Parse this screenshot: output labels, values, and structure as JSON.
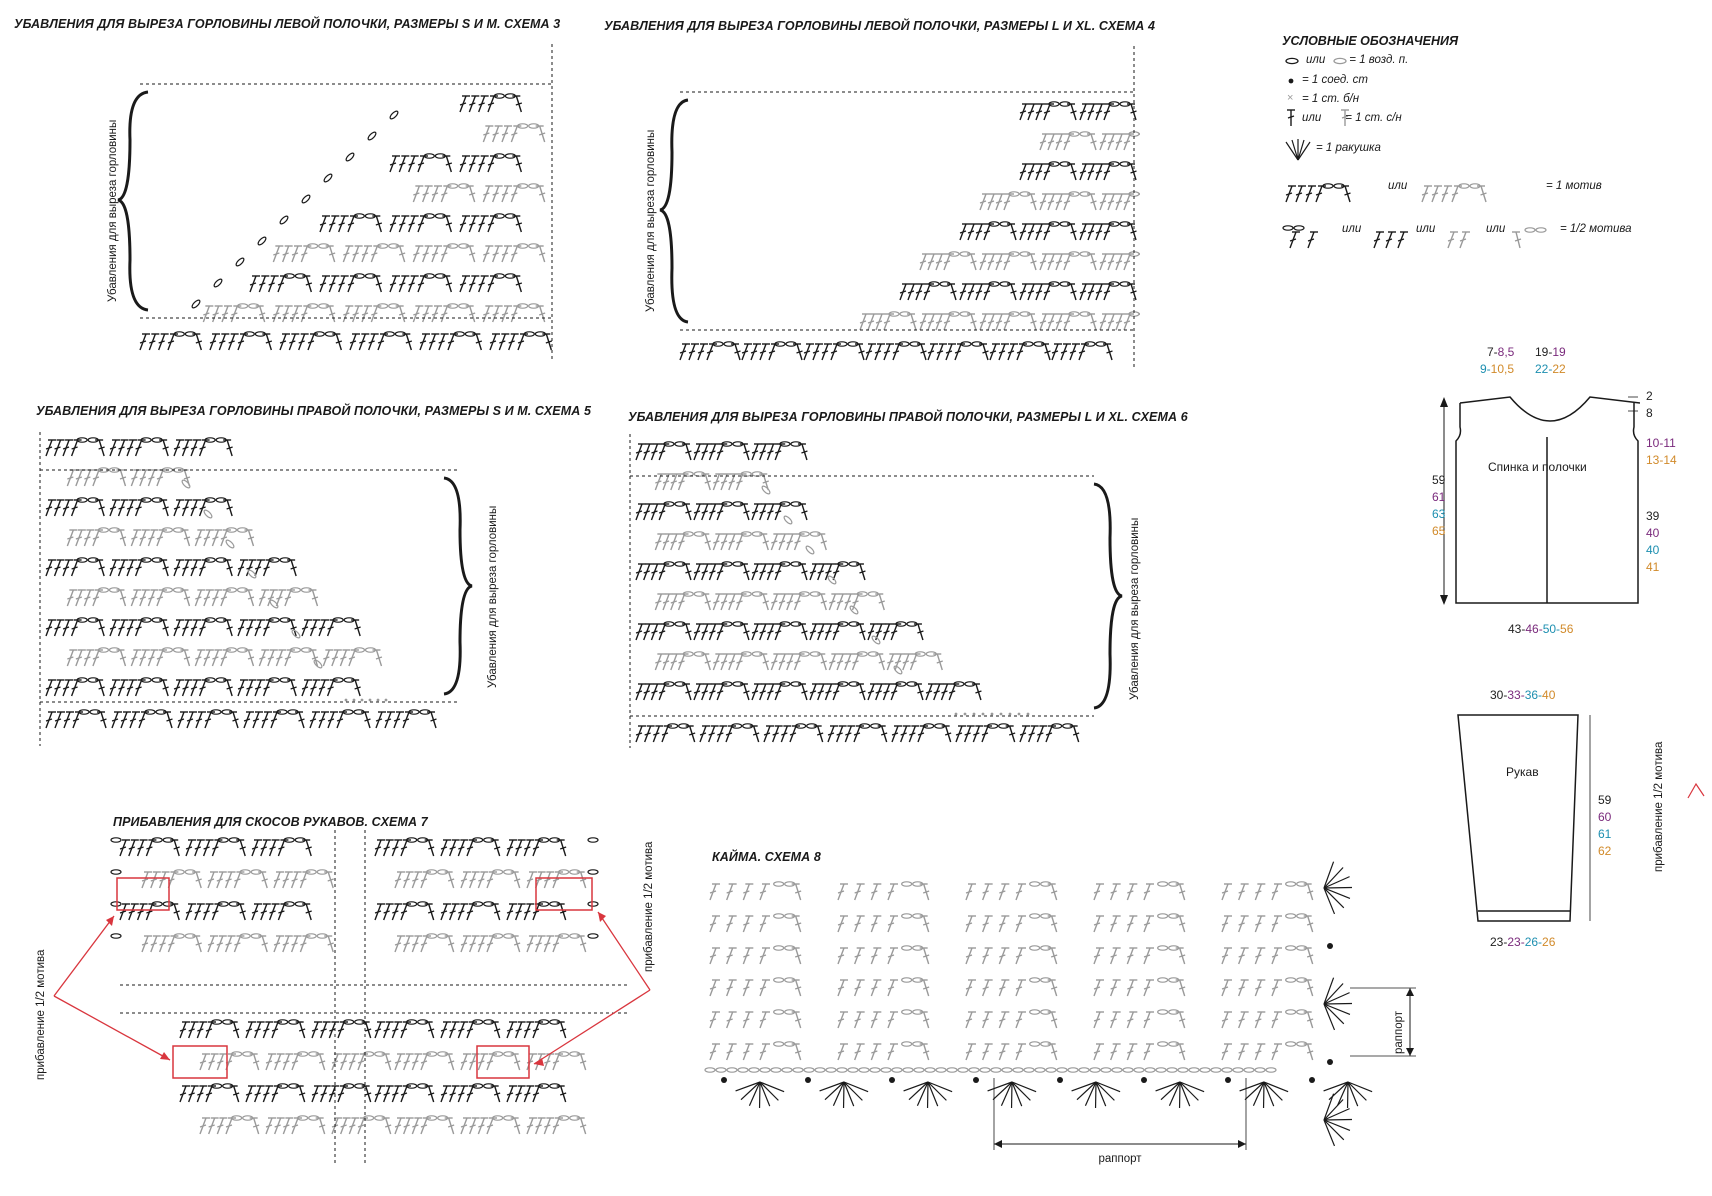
{
  "schemes": {
    "s3": {
      "title": "УБАВЛЕНИЯ ДЛЯ ВЫРЕЗА ГОРЛОВИНЫ ЛЕВОЙ ПОЛОЧКИ, РАЗМЕРЫ S И M. СХЕМА 3",
      "side_label": "Убавления для выреза горловины"
    },
    "s4": {
      "title": "УБАВЛЕНИЯ ДЛЯ ВЫРЕЗА ГОРЛОВИНЫ ЛЕВОЙ ПОЛОЧКИ, РАЗМЕРЫ L И XL. СХЕМА 4",
      "side_label": "Убавления для выреза горловины"
    },
    "s5": {
      "title": "УБАВЛЕНИЯ ДЛЯ ВЫРЕЗА ГОРЛОВИНЫ ПРАВОЙ ПОЛОЧКИ, РАЗМЕРЫ S И M. СХЕМА 5",
      "side_label": "Убавления для выреза горловины"
    },
    "s6": {
      "title": "УБАВЛЕНИЯ ДЛЯ ВЫРЕЗА ГОРЛОВИНЫ ПРАВОЙ ПОЛОЧКИ, РАЗМЕРЫ L И XL. СХЕМА 6",
      "side_label": "Убавления для выреза горловины"
    },
    "s7": {
      "title": "ПРИБАВЛЕНИЯ ДЛЯ СКОСОВ РУКАВОВ. СХЕМА 7",
      "left_label": "прибавление 1/2 мотива",
      "right_label": "прибавление 1/2 мотива"
    },
    "s8": {
      "title": "КАЙМА. СХЕМА 8",
      "repeat_label_h": "раппорт",
      "repeat_label_v": "раппорт"
    }
  },
  "legend": {
    "title": "УСЛОВНЫЕ ОБОЗНАЧЕНИЯ",
    "items": [
      {
        "text": "или  = 1 возд. п.",
        "icon": "chain-oval-icon"
      },
      {
        "text": "= 1 соед. ст",
        "icon": "slip-stitch-dot-icon"
      },
      {
        "text": "= 1 ст. б/н",
        "icon": "single-crochet-x-icon"
      },
      {
        "text": "или  = 1 ст. с/н",
        "icon": "double-crochet-t-icon"
      },
      {
        "text": "= 1 ракушка",
        "icon": "shell-fan-icon"
      },
      {
        "text": "или  = 1 мотив",
        "icon": "motif-icon"
      },
      {
        "text": "или  или  или  = 1/2 мотива",
        "icon": "half-motif-icon"
      }
    ],
    "or_word": "или"
  },
  "body_diagram": {
    "label": "Спинка и полочки",
    "top_left": [
      {
        "v": "7-",
        "c": "black"
      },
      {
        "v": "8,5",
        "c": "purple"
      }
    ],
    "top_left2": [
      {
        "v": "9-",
        "c": "teal"
      },
      {
        "v": "10,5",
        "c": "orange"
      }
    ],
    "top_right": [
      {
        "v": "19-",
        "c": "black"
      },
      {
        "v": "19",
        "c": "purple"
      }
    ],
    "top_right2": [
      {
        "v": "22-",
        "c": "teal"
      },
      {
        "v": "22",
        "c": "orange"
      }
    ],
    "right_top": [
      "2",
      "8"
    ],
    "armhole": [
      {
        "v": "10-11",
        "c": "purple"
      },
      {
        "v": "13-14",
        "c": "orange"
      }
    ],
    "height": [
      {
        "v": "59",
        "c": "black"
      },
      {
        "v": "61",
        "c": "purple"
      },
      {
        "v": "63",
        "c": "teal"
      },
      {
        "v": "65",
        "c": "orange"
      }
    ],
    "side": [
      {
        "v": "39",
        "c": "black"
      },
      {
        "v": "40",
        "c": "purple"
      },
      {
        "v": "40",
        "c": "teal"
      },
      {
        "v": "41",
        "c": "orange"
      }
    ],
    "bottom": [
      {
        "v": "43-",
        "c": "black"
      },
      {
        "v": "46-",
        "c": "purple"
      },
      {
        "v": "50-",
        "c": "teal"
      },
      {
        "v": "56",
        "c": "orange"
      }
    ]
  },
  "sleeve_diagram": {
    "label": "Рукав",
    "top": [
      {
        "v": "30-",
        "c": "black"
      },
      {
        "v": "33-",
        "c": "purple"
      },
      {
        "v": "36-",
        "c": "teal"
      },
      {
        "v": "40",
        "c": "orange"
      }
    ],
    "length": [
      {
        "v": "59",
        "c": "black"
      },
      {
        "v": "60",
        "c": "purple"
      },
      {
        "v": "61",
        "c": "teal"
      },
      {
        "v": "62",
        "c": "orange"
      }
    ],
    "bottom": [
      {
        "v": "23-",
        "c": "black"
      },
      {
        "v": "23-",
        "c": "purple"
      },
      {
        "v": "26-",
        "c": "teal"
      },
      {
        "v": "26",
        "c": "orange"
      }
    ],
    "side_label": "прибавление 1/2 мотива"
  },
  "colors": {
    "ink": "#1a1a1a",
    "gray": "#9a9a9a",
    "red": "#d9363e",
    "purple": "#7a2a7c",
    "teal": "#1d8fb0",
    "orange": "#d18a2a"
  }
}
